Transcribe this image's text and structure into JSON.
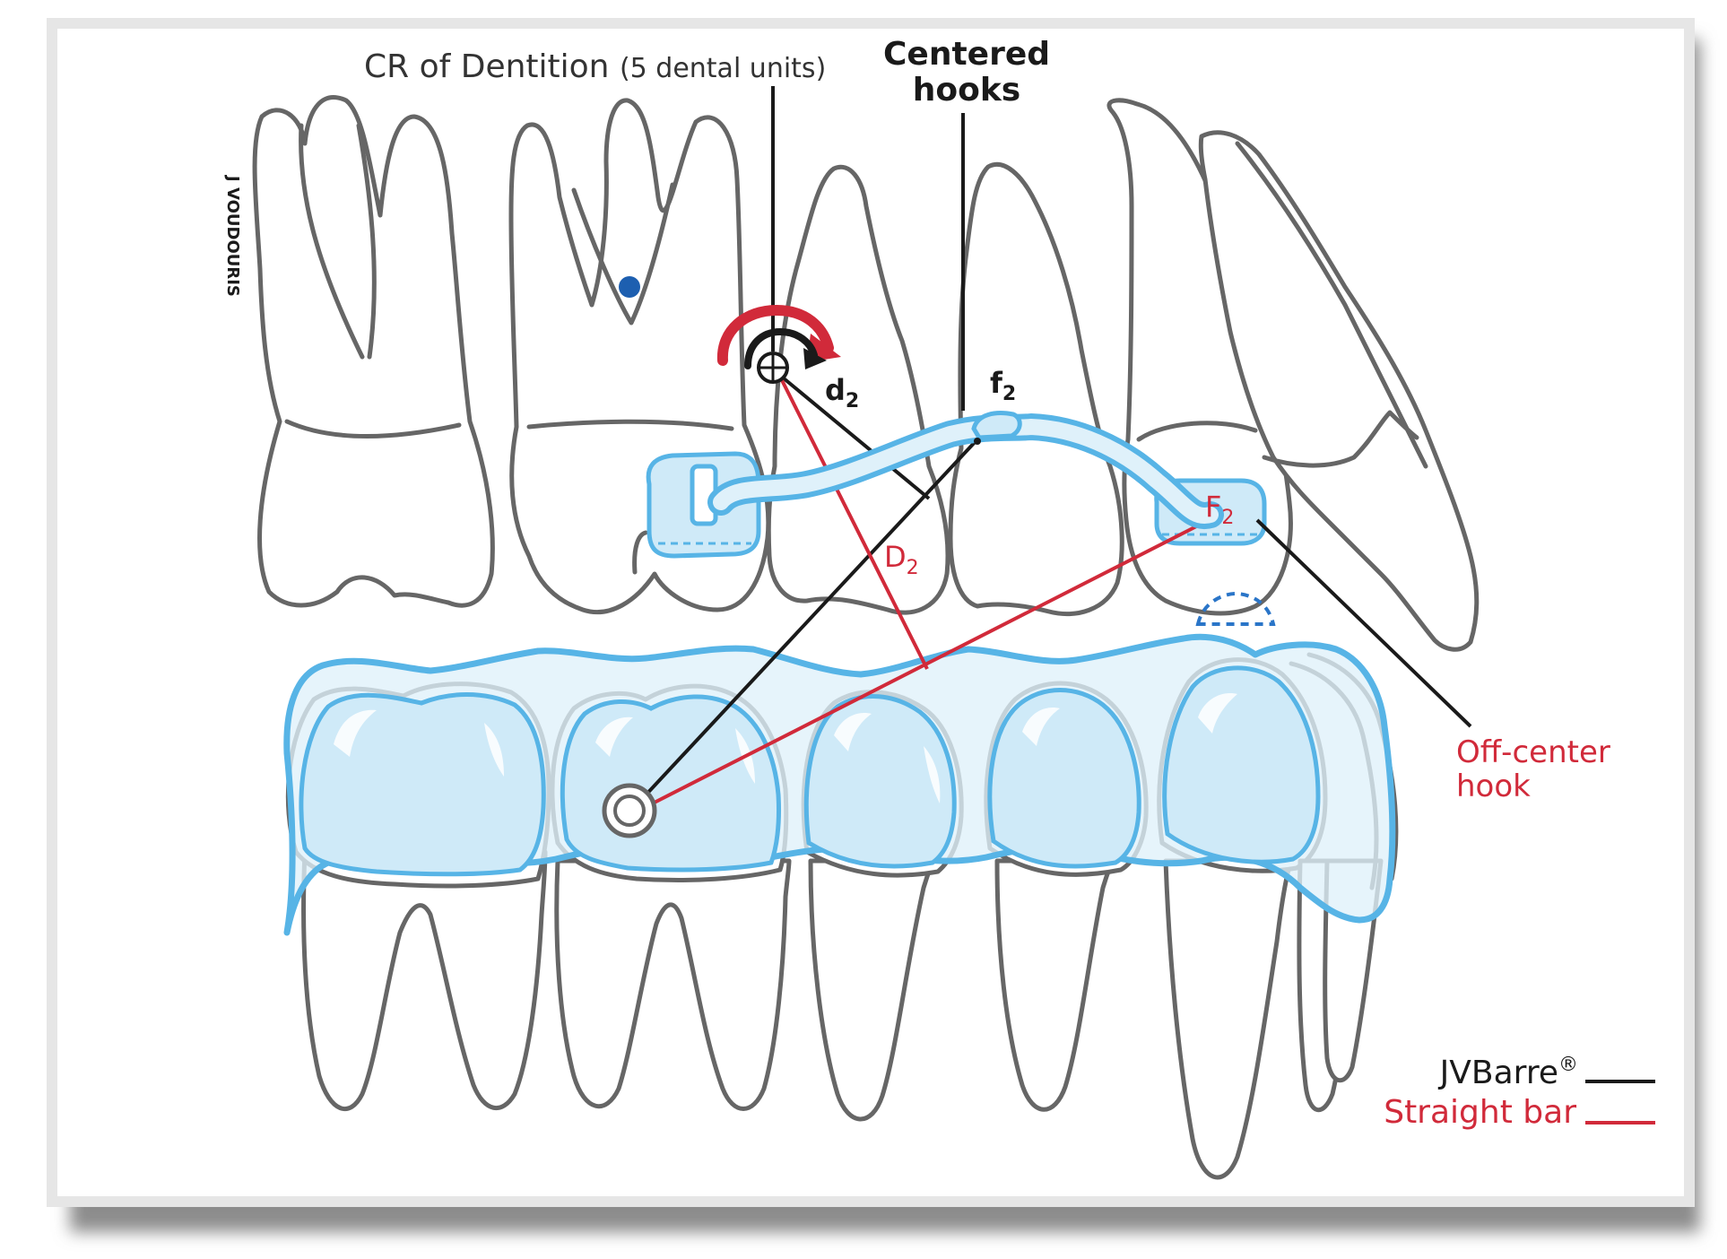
{
  "labels": {
    "cr_main": "CR of Dentition",
    "cr_sub": "(5 dental units)",
    "centered_line1": "Centered",
    "centered_line2": "hooks",
    "signature": "J VOUDOURIS",
    "d2_base": "d",
    "d2_sub": "2",
    "f2_base": "f",
    "f2_sub": "2",
    "D2_base": "D",
    "D2_sub": "2",
    "F2_base": "F",
    "F2_sub": "2",
    "offcenter_line1": "Off-center",
    "offcenter_line2": "hook"
  },
  "legend": {
    "jvbarre": "JVBarre",
    "registered": "®",
    "straight_bar": "Straight bar"
  },
  "colors": {
    "black_line": "#1a1a1a",
    "red_line": "#d12a3a",
    "aligner_blue": "#57b4e6",
    "aligner_fill": "#dff1fa",
    "tooth_outline": "#666666",
    "dot_blue": "#1d5fb0"
  }
}
